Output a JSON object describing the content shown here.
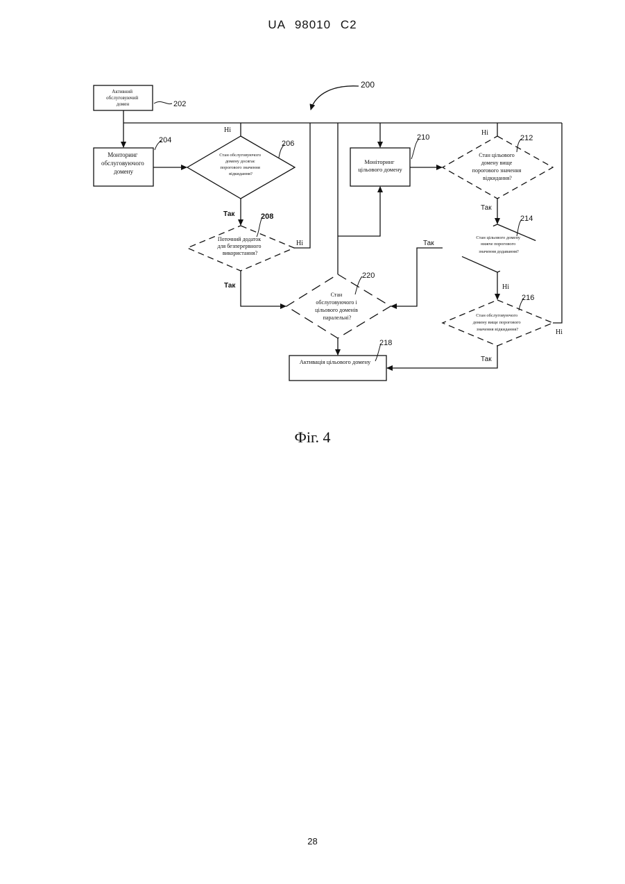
{
  "header": "UA 98010 C2",
  "page_number": "28",
  "figure_caption": "Фіг. 4",
  "diagram": {
    "ref_main": "200",
    "nodes": {
      "n202": {
        "ref": "202",
        "lines": [
          "Активний",
          "обслуговуючий",
          "домен"
        ]
      },
      "n204": {
        "ref": "204",
        "lines": [
          "Монторинг",
          "обслуговуючого",
          "домену"
        ]
      },
      "n206": {
        "ref": "206",
        "lines": [
          "Стан обслуговуючого",
          "домену досягає",
          "порогового значення",
          "відкидання?"
        ]
      },
      "n208": {
        "ref": "208",
        "lines": [
          "Поточний додаток",
          "для безперервного",
          "використання?"
        ]
      },
      "n210": {
        "ref": "210",
        "lines": [
          "Моніторинг",
          "цільового домену"
        ]
      },
      "n212": {
        "ref": "212",
        "lines": [
          "Стан цільового",
          "домену вище",
          "порогового значення",
          "відкидання?"
        ]
      },
      "n214": {
        "ref": "214",
        "lines": [
          "Стан цільового домену",
          "нижче порогового",
          "значення додавання?"
        ]
      },
      "n216": {
        "ref": "216",
        "lines": [
          "Стан обслуговуючого",
          "домену вище порогового",
          "значення відкидання?"
        ]
      },
      "n218": {
        "ref": "218",
        "lines": [
          "Активація цільового домену"
        ]
      },
      "n220": {
        "ref": "220",
        "lines": [
          "Стан",
          "обслуговуючого і",
          "цільового доменів",
          "паралельні?"
        ]
      }
    },
    "edge_labels": {
      "n206_no": "Ні",
      "n206_yes": "Так",
      "n208_no": "Ні",
      "n208_yes": "Так",
      "n212_no": "Ні",
      "n212_yes": "Так",
      "n214_yes": "Так",
      "n214_no": "Ні",
      "n216_no": "Ні",
      "n216_yes": "Так"
    }
  }
}
